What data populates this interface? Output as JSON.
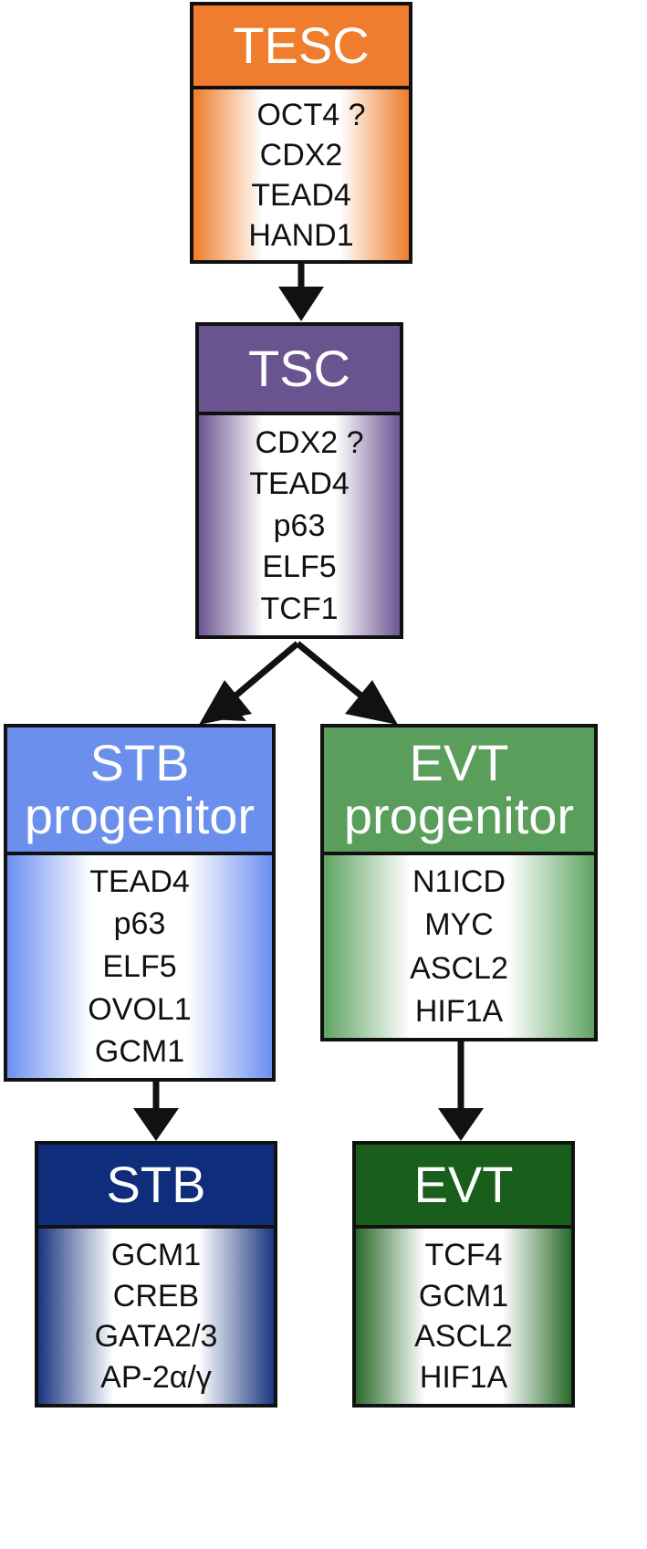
{
  "nodes": [
    {
      "id": "tesc",
      "title": [
        "TESC"
      ],
      "markers": [
        "OCT4 ?",
        "CDX2",
        "TEAD4",
        "HAND1"
      ],
      "head_color": "#f07d2e",
      "edge_color": "#ee7d2b"
    },
    {
      "id": "tsc",
      "title": [
        "TSC"
      ],
      "markers": [
        "CDX2 ?",
        "TEAD4",
        "p63",
        "ELF5",
        "TCF1"
      ],
      "head_color": "#6a5490",
      "edge_color": "#6b5591"
    },
    {
      "id": "stb-progenitor",
      "title": [
        "STB",
        "progenitor"
      ],
      "markers": [
        "TEAD4",
        "p63",
        "ELF5",
        "OVOL1",
        "GCM1"
      ],
      "head_color": "#6b8fec",
      "edge_color": "#6c8ff0"
    },
    {
      "id": "evt-progenitor",
      "title": [
        "EVT",
        "progenitor"
      ],
      "markers": [
        "N1ICD",
        "MYC",
        "ASCL2",
        "HIF1A"
      ],
      "head_color": "#5a9e5c",
      "edge_color": "#5fa462"
    },
    {
      "id": "stb",
      "title": [
        "STB"
      ],
      "markers": [
        "GCM1",
        "CREB",
        "GATA2/3",
        "AP-2α/γ"
      ],
      "head_color": "#0f2d7a",
      "edge_color": "#1a3680"
    },
    {
      "id": "evt",
      "title": [
        "EVT"
      ],
      "markers": [
        "TCF4",
        "GCM1",
        "ASCL2",
        "HIF1A"
      ],
      "head_color": "#1a5e1c",
      "edge_color": "#2a6b2c"
    }
  ],
  "edges": [
    {
      "from": "tesc",
      "to": "tsc"
    },
    {
      "from": "tsc",
      "to": "stb-progenitor"
    },
    {
      "from": "tsc",
      "to": "evt-progenitor"
    },
    {
      "from": "stb-progenitor",
      "to": "stb"
    },
    {
      "from": "evt-progenitor",
      "to": "evt"
    }
  ]
}
